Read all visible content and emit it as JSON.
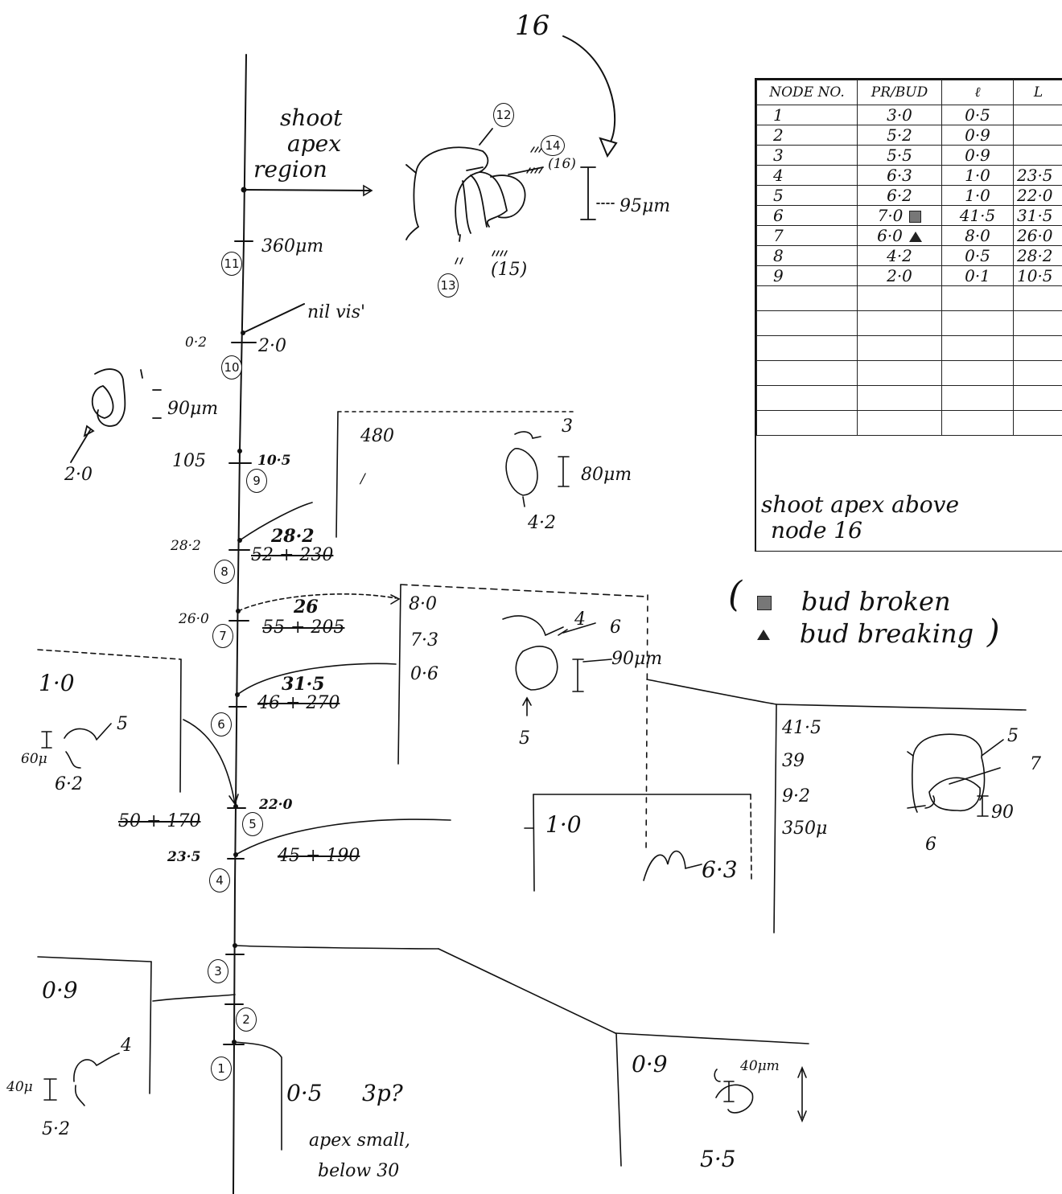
{
  "sheet": {
    "top_label": "16",
    "apex_label": [
      "shoot",
      "apex",
      "region"
    ],
    "scale_95": "95μm",
    "leaf_numbers": {
      "n12": "12",
      "n14": "14",
      "n16": "(16)",
      "n13": "13",
      "n15": "(15)"
    },
    "stem": {
      "len_360": "360μm",
      "nil_vis": "nil vis'",
      "n10_left": "0·2",
      "n10_right": "2·0",
      "n9_left": "105",
      "n9_right": "10·5",
      "n8_left": "28·2",
      "n8_top": "28·2",
      "n8_struck": "52 + 230",
      "n7_left": "26·0",
      "n7_top": "26",
      "n7_struck": "55 + 205",
      "n6_top": "31·5",
      "n6_struck": "46 + 270",
      "n5_left_struck": "50 + 170",
      "n5_right": "22·0",
      "n4_left": "23·5",
      "n4_struck": "45 + 190"
    },
    "node_circles": [
      "1",
      "2",
      "3",
      "4",
      "5",
      "6",
      "7",
      "8",
      "9",
      "10",
      "11"
    ],
    "left_bud_10": {
      "scale": "90μm",
      "value": "2·0",
      "tick": "1"
    },
    "box_9": {
      "v1": "480",
      "scale": "80μm",
      "top": "3",
      "bottom": "4·2"
    },
    "box_7": {
      "v1": "8·0",
      "v2": "7·3",
      "v3": "0·6",
      "top": "4",
      "right": "6",
      "scale": "90μm",
      "bottom": "5"
    },
    "box_5": {
      "v1": "1·0",
      "right": "5",
      "scale": "60μ",
      "bottom": "6·2"
    },
    "box_6": {
      "v1": "41·5",
      "v2": "39",
      "v3": "9·2",
      "v4": "350μ",
      "top": "5",
      "right": "7",
      "bottom": "6",
      "scale": "90"
    },
    "box_4": {
      "v1": "1·0",
      "value": "6·3"
    },
    "box_2": {
      "v1": "0·9",
      "right": "4",
      "scale": "40μ",
      "bottom": "5·2"
    },
    "box_1": {
      "v1": "0·5",
      "v2": "3p?",
      "note1": "apex small,",
      "note2": "below 30"
    },
    "box_3": {
      "v1": "0·9",
      "scale": "40μm",
      "bottom": "5·5"
    }
  },
  "table": {
    "headers": [
      "NODE NO.",
      "PR/BUD",
      "ℓ",
      "L"
    ],
    "rows": [
      {
        "node": "1",
        "pr": "3·0",
        "sym": "",
        "l": "0·5",
        "L": ""
      },
      {
        "node": "2",
        "pr": "5·2",
        "sym": "",
        "l": "0·9",
        "L": ""
      },
      {
        "node": "3",
        "pr": "5·5",
        "sym": "",
        "l": "0·9",
        "L": ""
      },
      {
        "node": "4",
        "pr": "6·3",
        "sym": "",
        "l": "1·0",
        "L": "23·5"
      },
      {
        "node": "5",
        "pr": "6·2",
        "sym": "",
        "l": "1·0",
        "L": "22·0"
      },
      {
        "node": "6",
        "pr": "7·0",
        "sym": "broken",
        "l": "41·5",
        "L": "31·5"
      },
      {
        "node": "7",
        "pr": "6·0",
        "sym": "breaking",
        "l": "8·0",
        "L": "26·0"
      },
      {
        "node": "8",
        "pr": "4·2",
        "sym": "",
        "l": "0·5",
        "L": "28·2"
      },
      {
        "node": "9",
        "pr": "2·0",
        "sym": "",
        "l": "0·1",
        "L": "10·5"
      }
    ],
    "empty_rows": 6,
    "note_line1": "shoot apex above",
    "note_line2": "node 16"
  },
  "legend": {
    "open": "(",
    "broken": "bud broken",
    "breaking": "bud breaking",
    "close": ")"
  }
}
